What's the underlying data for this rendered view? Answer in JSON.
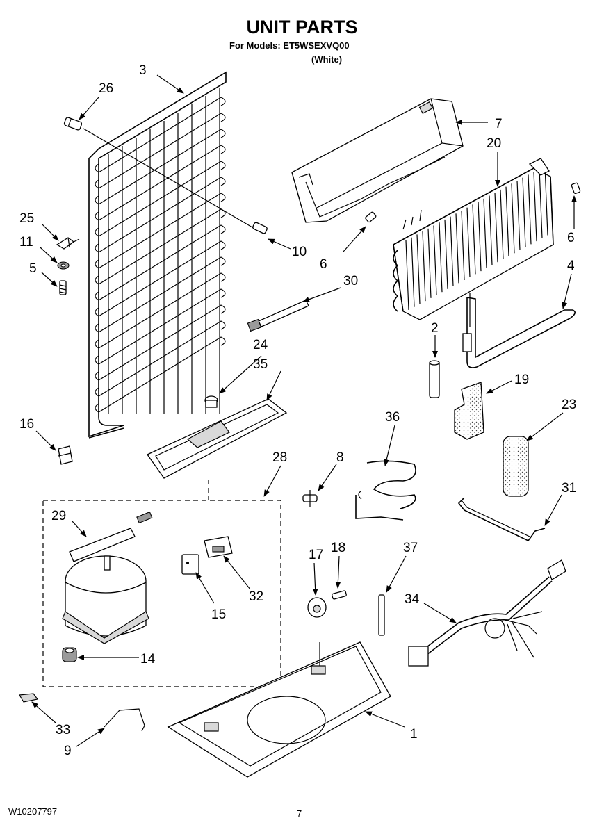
{
  "header": {
    "title": "UNIT PARTS",
    "subtitle": "For Models: ET5WSEXVQ00",
    "variant": "(White)"
  },
  "footer": {
    "doc_number": "W10207797",
    "page_number": "7"
  },
  "callouts": {
    "c1": "1",
    "c2": "2",
    "c3": "3",
    "c4": "4",
    "c5": "5",
    "c6a": "6",
    "c6b": "6",
    "c7": "7",
    "c8": "8",
    "c9": "9",
    "c10": "10",
    "c11": "11",
    "c14": "14",
    "c15": "15",
    "c16": "16",
    "c17": "17",
    "c18": "18",
    "c19": "19",
    "c20": "20",
    "c23": "23",
    "c24": "24",
    "c25": "25",
    "c26": "26",
    "c28": "28",
    "c29": "29",
    "c30": "30",
    "c31": "31",
    "c32": "32",
    "c33": "33",
    "c34": "34",
    "c35": "35",
    "c36": "36",
    "c37": "37"
  }
}
